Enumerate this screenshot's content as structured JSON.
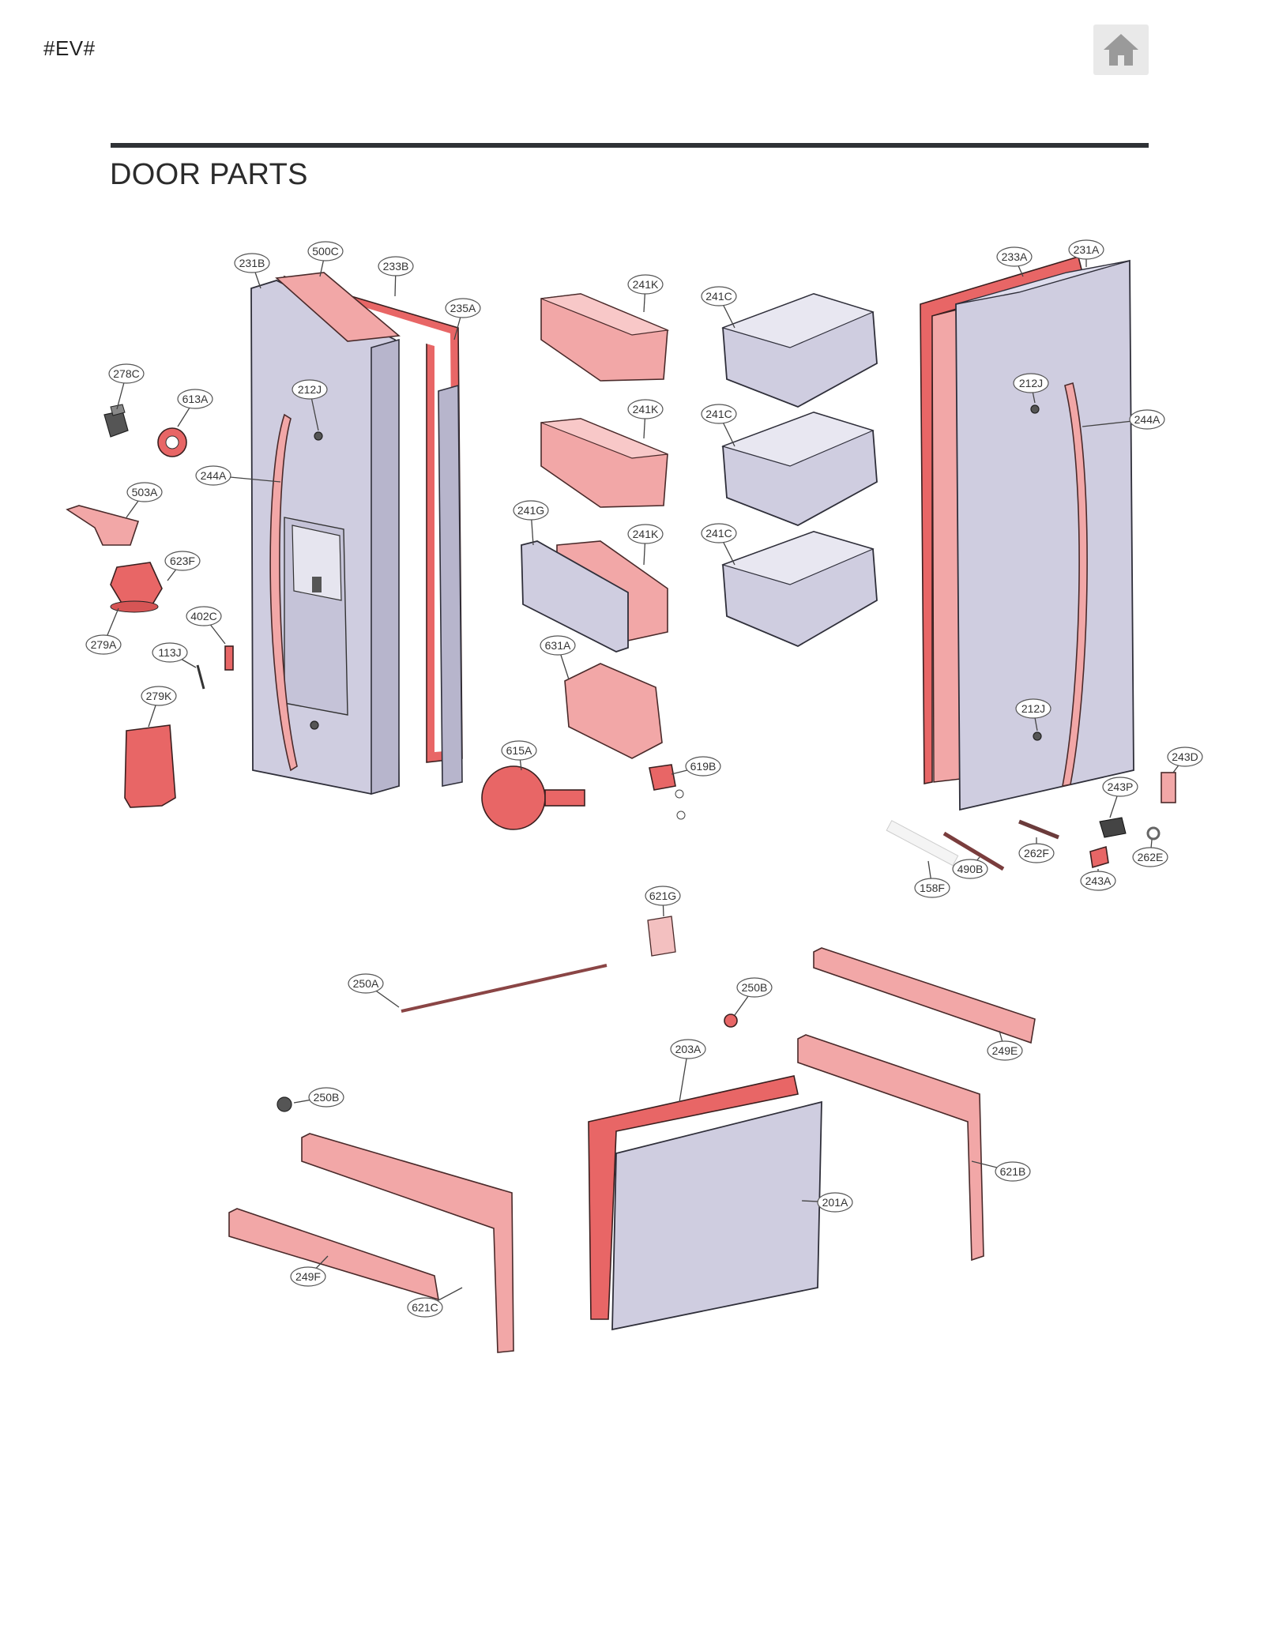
{
  "header": {
    "code": "#EV#",
    "home_icon": "home-icon"
  },
  "page_title": "DOOR PARTS",
  "callouts": [
    {
      "id": "c-231B",
      "label": "231B"
    },
    {
      "id": "c-500C",
      "label": "500C"
    },
    {
      "id": "c-233B",
      "label": "233B"
    },
    {
      "id": "c-235A",
      "label": "235A"
    },
    {
      "id": "c-278C",
      "label": "278C"
    },
    {
      "id": "c-613A",
      "label": "613A"
    },
    {
      "id": "c-212J-a",
      "label": "212J"
    },
    {
      "id": "c-244A-a",
      "label": "244A"
    },
    {
      "id": "c-503A",
      "label": "503A"
    },
    {
      "id": "c-623F",
      "label": "623F"
    },
    {
      "id": "c-402C",
      "label": "402C"
    },
    {
      "id": "c-279A",
      "label": "279A"
    },
    {
      "id": "c-113J",
      "label": "113J"
    },
    {
      "id": "c-279K",
      "label": "279K"
    },
    {
      "id": "c-241K-a",
      "label": "241K"
    },
    {
      "id": "c-241K-b",
      "label": "241K"
    },
    {
      "id": "c-241K-c",
      "label": "241K"
    },
    {
      "id": "c-241G",
      "label": "241G"
    },
    {
      "id": "c-241C-a",
      "label": "241C"
    },
    {
      "id": "c-241C-b",
      "label": "241C"
    },
    {
      "id": "c-241C-c",
      "label": "241C"
    },
    {
      "id": "c-631A",
      "label": "631A"
    },
    {
      "id": "c-615A",
      "label": "615A"
    },
    {
      "id": "c-619B",
      "label": "619B"
    },
    {
      "id": "c-233A",
      "label": "233A"
    },
    {
      "id": "c-231A",
      "label": "231A"
    },
    {
      "id": "c-212J-b",
      "label": "212J"
    },
    {
      "id": "c-244A-b",
      "label": "244A"
    },
    {
      "id": "c-212J-c",
      "label": "212J"
    },
    {
      "id": "c-243D",
      "label": "243D"
    },
    {
      "id": "c-243P",
      "label": "243P"
    },
    {
      "id": "c-262F",
      "label": "262F"
    },
    {
      "id": "c-262E",
      "label": "262E"
    },
    {
      "id": "c-490B",
      "label": "490B"
    },
    {
      "id": "c-243A",
      "label": "243A"
    },
    {
      "id": "c-158F",
      "label": "158F"
    },
    {
      "id": "c-621G",
      "label": "621G"
    },
    {
      "id": "c-250A",
      "label": "250A"
    },
    {
      "id": "c-250B-a",
      "label": "250B"
    },
    {
      "id": "c-249E",
      "label": "249E"
    },
    {
      "id": "c-203A",
      "label": "203A"
    },
    {
      "id": "c-250B-b",
      "label": "250B"
    },
    {
      "id": "c-621B",
      "label": "621B"
    },
    {
      "id": "c-201A",
      "label": "201A"
    },
    {
      "id": "c-249F",
      "label": "249F"
    },
    {
      "id": "c-621C",
      "label": "621C"
    }
  ]
}
